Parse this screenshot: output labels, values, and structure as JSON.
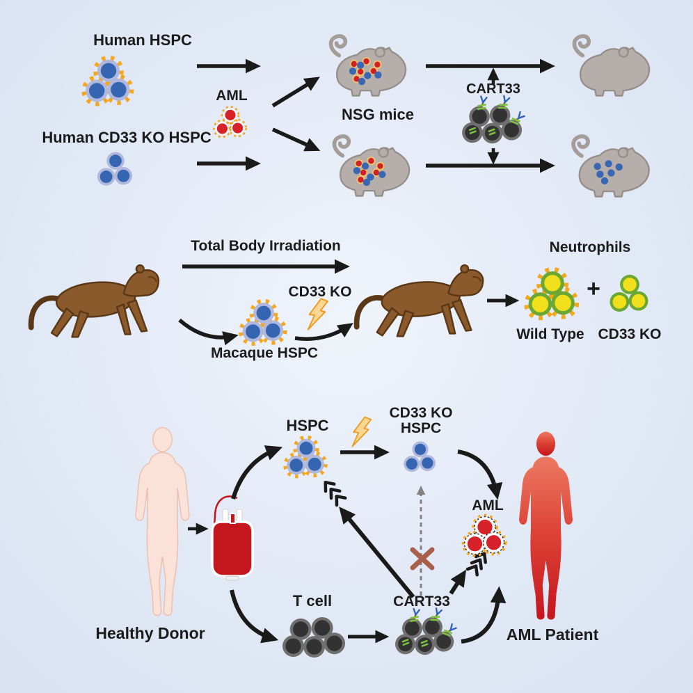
{
  "colors": {
    "background_edge": "#d9e2f2",
    "background_center": "#eff4fb",
    "hspc_cell_blue": "#3565b0",
    "hspc_ring_lavender": "#b0b9dd",
    "cd33_gear_orange": "#f2a71d",
    "aml_red": "#d6202a",
    "tcell_dark": "#323232",
    "tcell_ring": "#6f6f6f",
    "car_green": "#7dc243",
    "car_blue": "#2f62b8",
    "mouse_gray": "#b5aeaa",
    "monkey_brown": "#8a5a2c",
    "neutrophil_yellow": "#f3e01c",
    "neutrophil_green": "#6aa733",
    "donor_skin": "#fbe2d9",
    "patient_red": "#c5161f",
    "blood_red": "#c4161c",
    "block_x_brown": "#a8604c",
    "arrow_black": "#1a1a1a",
    "lightning_orange": "#ef9a1d"
  },
  "top": {
    "human_hspc": "Human HSPC",
    "human_cd33ko_hspc": "Human CD33 KO HSPC",
    "aml": "AML",
    "nsg_mice": "NSG mice",
    "cart33": "CART33"
  },
  "middle": {
    "total_body_irradiation": "Total Body Irradiation",
    "cd33_ko": "CD33 KO",
    "macaque_hspc": "Macaque HSPC",
    "neutrophils": "Neutrophils",
    "plus": "+",
    "wild_type": "Wild Type",
    "cd33_ko_neutrophils": "CD33 KO"
  },
  "bottom": {
    "healthy_donor": "Healthy Donor",
    "hspc": "HSPC",
    "cd33_ko_line1": "CD33 KO",
    "cd33_ko_line2": "HSPC",
    "t_cell": "T cell",
    "cart33": "CART33",
    "aml": "AML",
    "aml_patient": "AML Patient"
  }
}
